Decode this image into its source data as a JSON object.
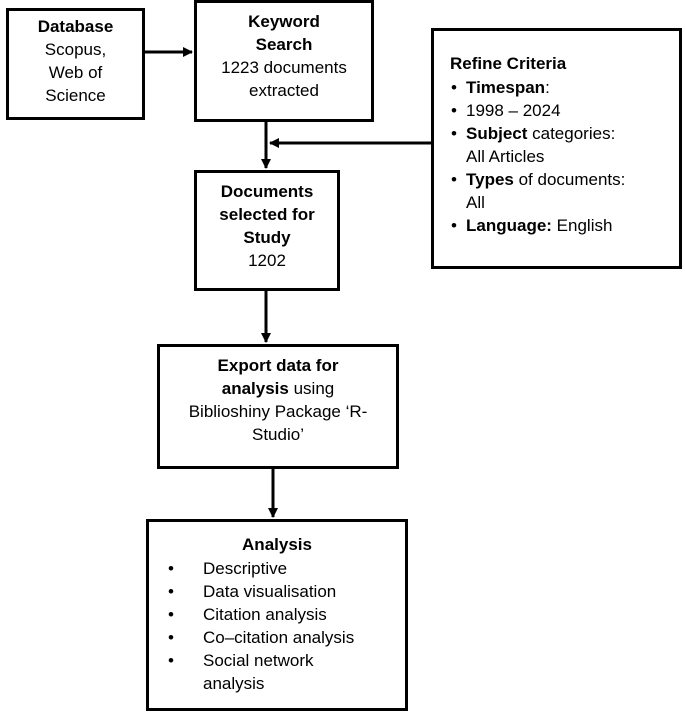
{
  "database": {
    "title": "Database",
    "sources": [
      "Scopus,",
      "Web of",
      "Science"
    ]
  },
  "keyword_search": {
    "title_lines": [
      "Keyword",
      "Search"
    ],
    "detail_lines": [
      "1223 documents",
      "extracted"
    ]
  },
  "refine_criteria": {
    "title": "Refine Criteria",
    "bullet": "•",
    "items": [
      {
        "bold": "Timespan",
        "rest": ":"
      },
      {
        "bold": "",
        "rest": "1998 – 2024"
      },
      {
        "bold": "Subject",
        "rest": " categories:",
        "continuation": "All Articles"
      },
      {
        "bold": "Types",
        "rest": " of documents:",
        "continuation": "All"
      },
      {
        "bold": "Language:",
        "rest": " English"
      }
    ]
  },
  "documents_selected": {
    "title_lines": [
      "Documents",
      "selected for",
      "Study"
    ],
    "count": "1202"
  },
  "export": {
    "bold_lines": [
      "Export data for"
    ],
    "bold_part": "analysis",
    "rest_first": " using",
    "rest_lines": [
      "Biblioshiny Package ‘R-",
      "Studio’"
    ]
  },
  "analysis": {
    "title": "Analysis",
    "bullet": "•",
    "items": [
      {
        "label": "Descriptive"
      },
      {
        "label": "Data visualisation"
      },
      {
        "label": "Citation analysis"
      },
      {
        "label": "Co–citation analysis"
      },
      {
        "label": "Social network",
        "continuation": "analysis"
      }
    ]
  }
}
